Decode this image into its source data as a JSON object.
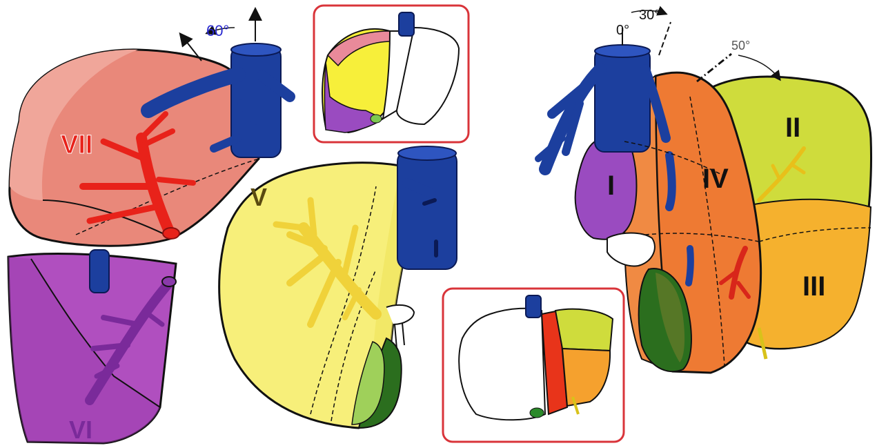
{
  "segments": {
    "vii": "VII",
    "vi": "VI",
    "v": "V",
    "i": "I",
    "iv": "IV",
    "ii": "II",
    "iii": "III"
  },
  "angles": {
    "sixty": "60°",
    "zero": "0°",
    "thirty": "30°",
    "fifty": "50°"
  },
  "colors": {
    "seg_vii": "#e9887a",
    "seg_vi": "#b04fbf",
    "seg_v": "#f7ef7a",
    "seg_i": "#9a4bc0",
    "seg_iv": "#ee7a33",
    "seg_ii": "#cfdc3c",
    "seg_iii": "#f5b12e",
    "vessels": "#1c3f9e",
    "portal_vii": "#e8221a",
    "gallbladder": "#2b6e1e",
    "frame": "#d9343a",
    "angle_blue": "#2a2ad0"
  }
}
